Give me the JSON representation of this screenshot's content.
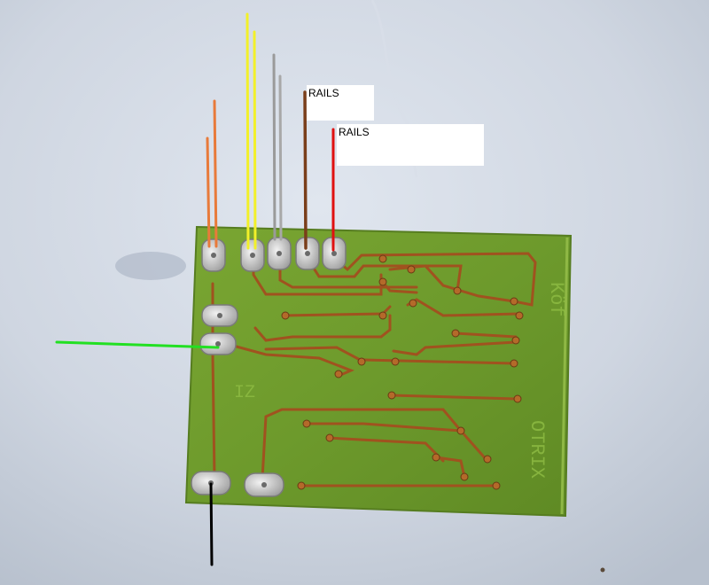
{
  "labels": {
    "rails_1": "RAILS",
    "rails_2": "RAILS"
  },
  "board": {
    "silkscreen_top": "Köf",
    "silkscreen_mid": "IZ",
    "silkscreen_right": "OTRIX"
  },
  "wires": [
    {
      "name": "orange",
      "color": "#e87a3a"
    },
    {
      "name": "yellow",
      "color": "#f2f02a"
    },
    {
      "name": "grey",
      "color": "#9a9a9a"
    },
    {
      "name": "brown",
      "color": "#7a3e1a"
    },
    {
      "name": "red",
      "color": "#e01010"
    },
    {
      "name": "green",
      "color": "#22e022"
    },
    {
      "name": "black",
      "color": "#000000"
    }
  ],
  "colors": {
    "background": "#c9d1dd",
    "pcb": "#6f9a2e",
    "trace": "#a0521f",
    "solder": "#c8c8c8"
  }
}
